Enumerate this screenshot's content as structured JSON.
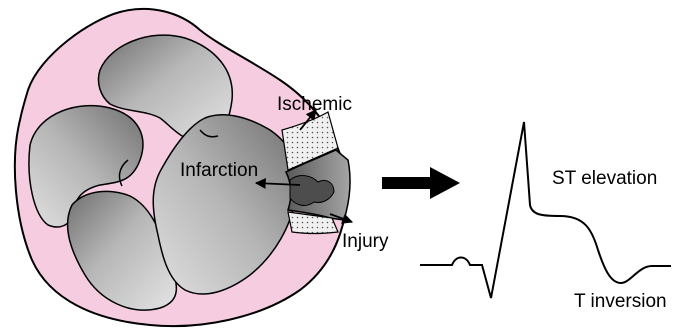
{
  "labels": {
    "ischemic": "Ischemic",
    "infarction": "Infarction",
    "injury": "Injury",
    "st_elevation": "ST elevation",
    "t_inversion": "T inversion"
  },
  "colors": {
    "myocardium": "#f6cde0",
    "chamber_dark": "#7d7d7d",
    "chamber_light": "#d2d2d2",
    "zone_fill": "#eeeeee",
    "outline": "#000000"
  },
  "icons": {
    "transition_arrow": "right-arrow-icon"
  }
}
